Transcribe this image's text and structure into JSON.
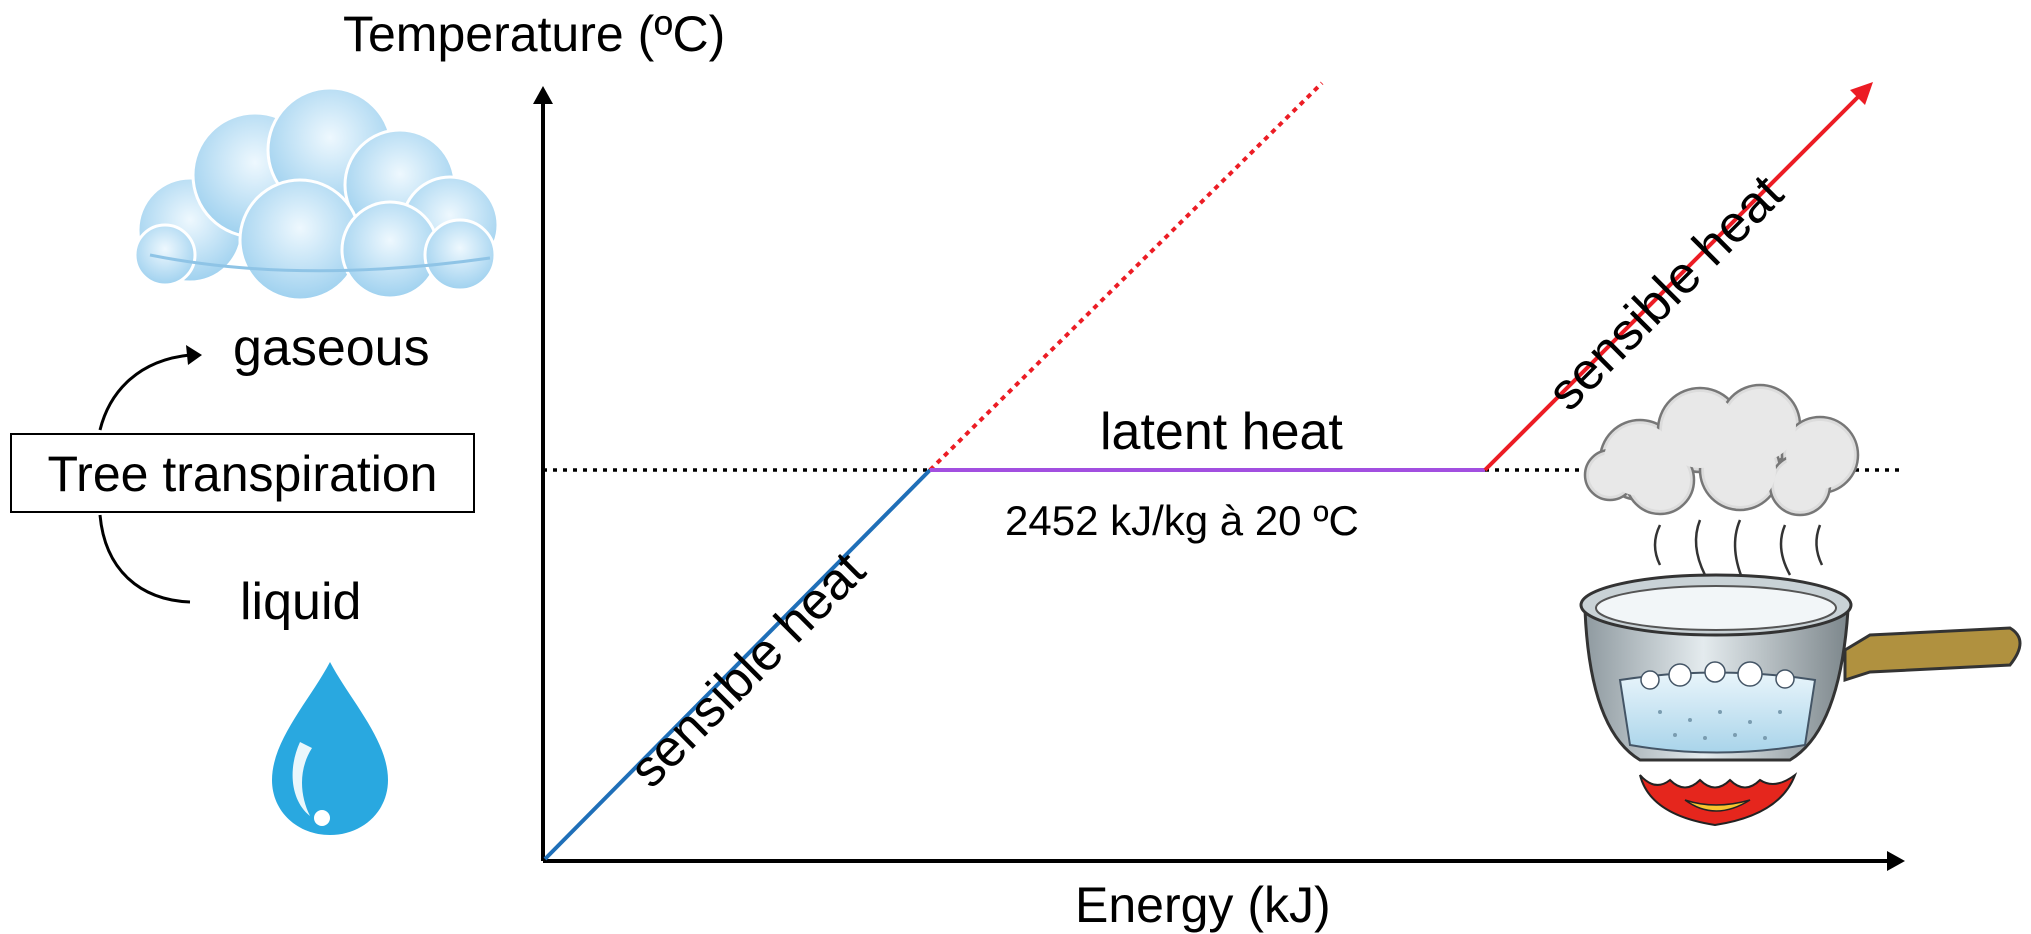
{
  "diagram": {
    "y_axis_label": "Temperature (ºC)",
    "x_axis_label": "Energy (kJ)",
    "segments": {
      "sensible_heat_1": "sensible heat",
      "latent_heat": "latent heat",
      "latent_value": "2452 kJ/kg à 20 ºC",
      "sensible_heat_2": "sensible heat"
    },
    "process": {
      "box_label": "Tree transpiration",
      "gas_label": "gaseous",
      "liquid_label": "liquid"
    },
    "colors": {
      "sensible_1": "#1f6fb8",
      "latent": "#a24fe0",
      "sensible_2": "#ec1c24",
      "dotted_black": "#000000",
      "cloud": "#bfe1f5",
      "drop": "#29a8e0",
      "steam": "#d8d8d8",
      "flame": "#e5261d"
    },
    "icons": [
      "cloud-icon",
      "water-drop-icon",
      "boiling-pot-icon",
      "steam-cloud-icon",
      "flame-icon"
    ]
  }
}
